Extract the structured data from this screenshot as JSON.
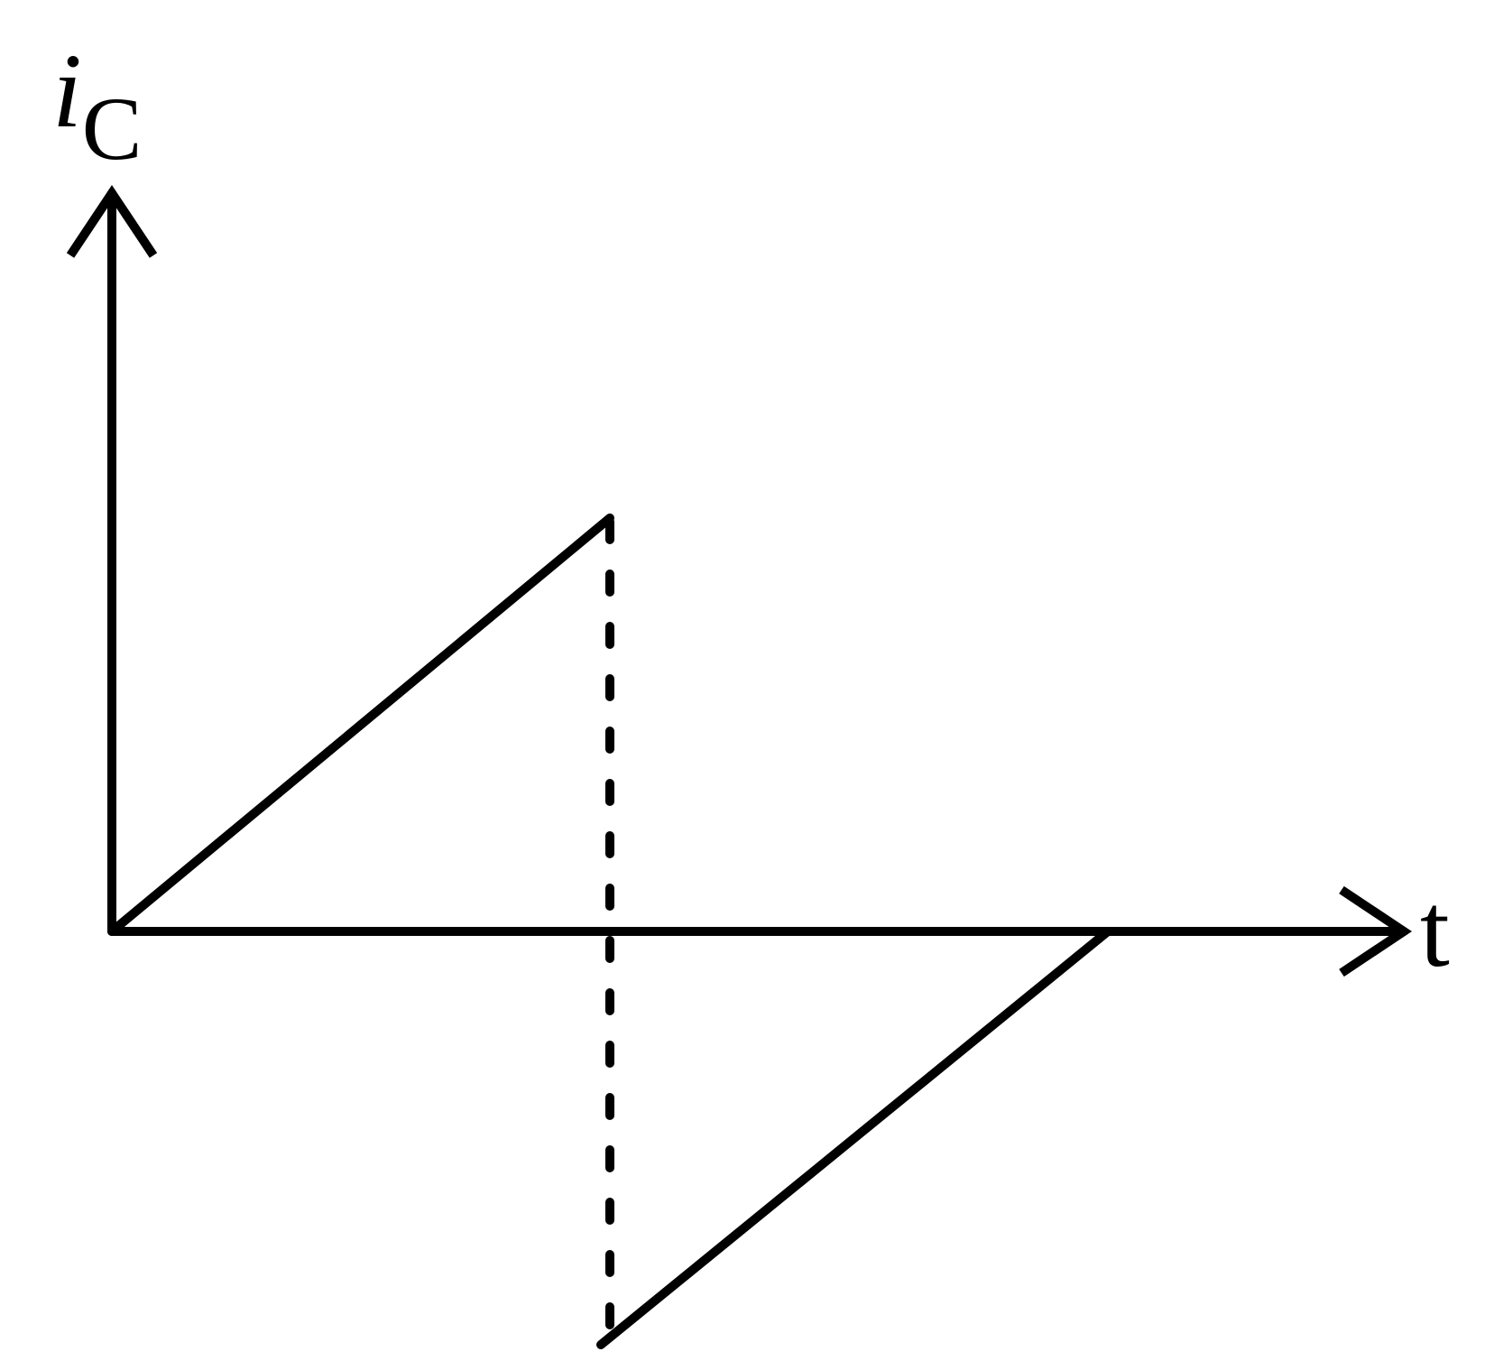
{
  "chart_data": {
    "type": "line",
    "xlabel": "t",
    "ylabel_main": "i",
    "ylabel_subscript": "C",
    "xlim": [
      0,
      2.6
    ],
    "ylim": [
      -1,
      1.85
    ],
    "series": [
      {
        "x": [
          0,
          1
        ],
        "y": [
          0,
          1
        ]
      },
      {
        "x": [
          1,
          2
        ],
        "y": [
          -1,
          0
        ]
      }
    ],
    "guides": [
      {
        "x": 1,
        "y_from": -1,
        "y_to": 1,
        "style": "dashed"
      }
    ],
    "grid": false,
    "legend": "none",
    "colors": {
      "line": "#000000",
      "background": "#ffffff"
    }
  }
}
